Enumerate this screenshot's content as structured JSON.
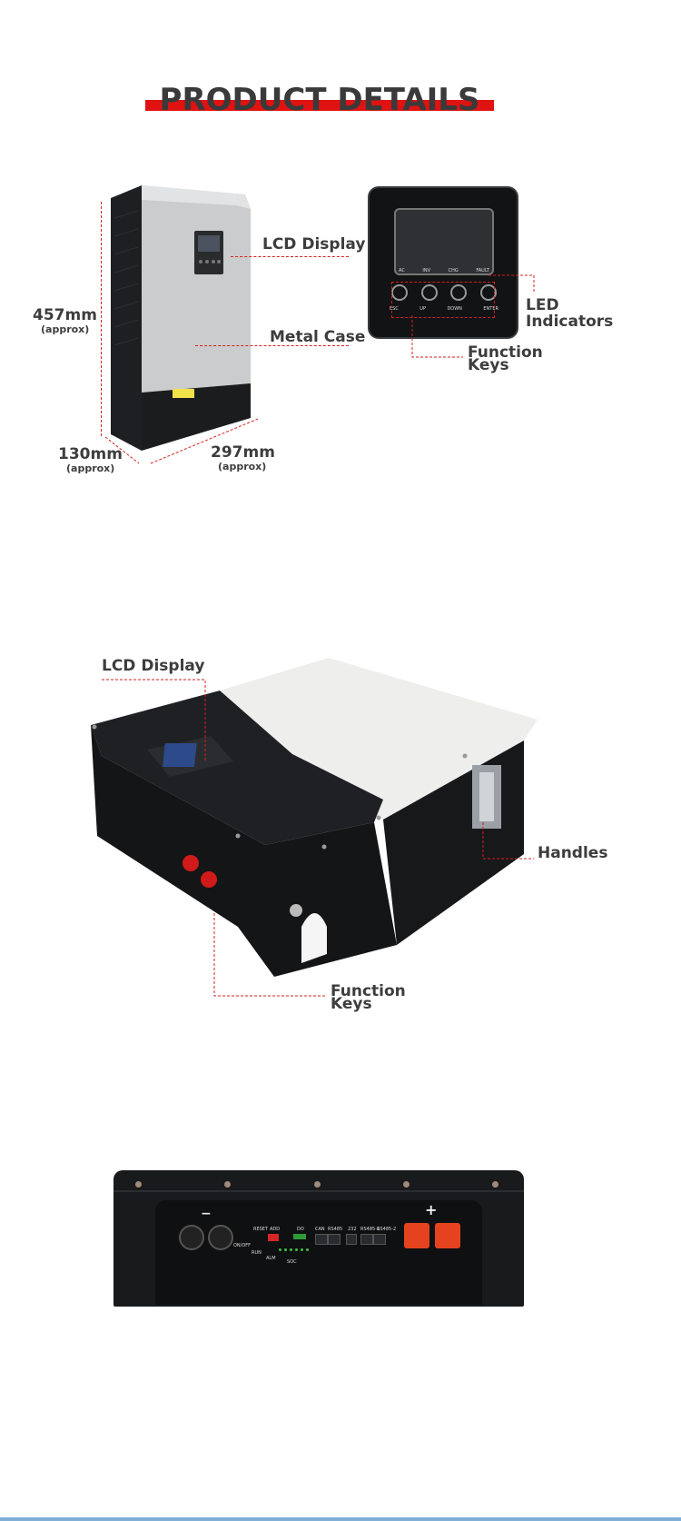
{
  "header": {
    "title": "PRODUCT DETAILS"
  },
  "section1": {
    "lcd_label": "LCD Display",
    "metal_label": "Metal Case",
    "height_dim": "457mm",
    "height_note": "(approx)",
    "depth_dim": "130mm",
    "depth_note": "(approx)",
    "width_dim": "297mm",
    "width_note": "(approx)",
    "led_label_1": "LED",
    "led_label_2": "Indicators",
    "func_label_1": "Function",
    "func_label_2": "Keys",
    "panel_indicators": [
      "AC",
      "INV",
      "CHG",
      "FAULT"
    ],
    "panel_keys": [
      "ESC",
      "UP",
      "DOWN",
      "ENTER"
    ]
  },
  "section2": {
    "lcd_label": "LCD Display",
    "handles_label": "Handles",
    "func_label_1": "Function",
    "func_label_2": "Keys"
  },
  "section3": {
    "port_labels": [
      "RESET",
      "ADD",
      "DO",
      "CAN",
      "RS485",
      "232",
      "RS485-1",
      "RS485-2"
    ],
    "status_labels": [
      "ON/OFF",
      "RUN",
      "ALM",
      "SOC"
    ],
    "minus_sign": "−",
    "plus_sign": "+"
  },
  "colors": {
    "accent": "#e01212",
    "dark": "#1c1c1c",
    "silver": "#c9c9c9"
  }
}
